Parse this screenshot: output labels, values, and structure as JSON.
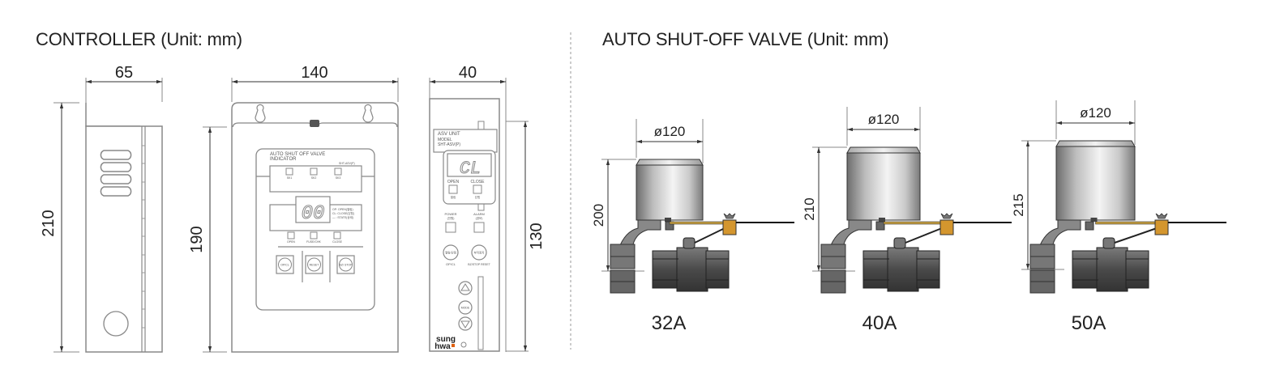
{
  "controller": {
    "title": "CONTROLLER (Unit: mm)",
    "side_view": {
      "width_dim": "65",
      "height_dim": "210"
    },
    "front_view": {
      "width_dim": "140",
      "height_dim": "190",
      "panel_title_line1": "AUTO SHUT OFF VALVE",
      "panel_title_line2": "INDICATOR",
      "panel_small_note": "SHT-ASV(P)",
      "indicator_labels": [
        "SK1",
        "SK2",
        "SK3"
      ],
      "display_value": "00",
      "display_legend": [
        "OP: OPEN(열림)",
        "CL: CLOSE(닫힘)",
        "— : STATE(상태)"
      ],
      "lamp_labels": [
        "OPEN",
        "FUSE/CHK",
        "CLOSE"
      ],
      "buttons": [
        "OP/CL",
        "RESET",
        "BZ/ STOP"
      ]
    },
    "unit_view": {
      "width_dim": "40",
      "height_dim": "130",
      "label_line1": "ASV UNIT",
      "label_line2": "MODEL",
      "label_line3": "SHT-ASV(P)",
      "display_value": "CL",
      "lamp_labels": [
        "OPEN",
        "CLOSE"
      ],
      "lamp_sublabels": [
        "열림",
        "닫힘"
      ],
      "status_labels": [
        "POWER",
        "ALARM"
      ],
      "status_sublabels": [
        "(전원)",
        "(경보)"
      ],
      "round_buttons": [
        "열림/닫힘",
        "부저정지"
      ],
      "round_button_captions": [
        "OP/CL",
        "BZ/STOP RESET"
      ],
      "mode_label": "MODE",
      "logo_line1": "sung",
      "logo_line2": "hwa"
    }
  },
  "valve": {
    "title": "AUTO SHUT-OFF VALVE (Unit: mm)",
    "models": [
      {
        "name": "32A",
        "diameter_dim": "ø120",
        "height_dim": "200"
      },
      {
        "name": "40A",
        "diameter_dim": "ø120",
        "height_dim": "210"
      },
      {
        "name": "50A",
        "diameter_dim": "ø120",
        "height_dim": "215"
      }
    ]
  },
  "colors": {
    "line": "#8a8a8a",
    "dim_line": "#333333",
    "bracket": "#777777",
    "valve_body": "#555555",
    "junction_box": "#d4962e",
    "divider": "#999999"
  }
}
